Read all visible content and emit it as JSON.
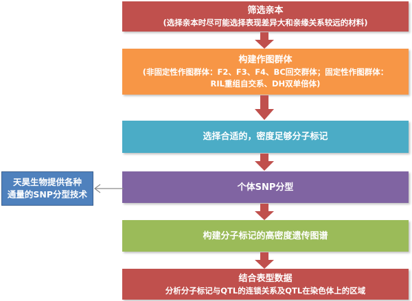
{
  "colors": {
    "step1": "#c0504d",
    "step2": "#f79646",
    "step3": "#4bacc6",
    "step4": "#8064a2",
    "step5": "#9bbb59",
    "step6": "#c0504d",
    "side_box": "#4f81bd",
    "arrow": "#c0504d",
    "connector": "#8a8a8a"
  },
  "steps": [
    {
      "title": "筛选亲本",
      "subtitle": "(选择亲本时尽可能选择表现差异大和亲缘关系较远的材料)"
    },
    {
      "title": "构建作图群体",
      "subtitle_line1": "(非固定性作图群体：F2、F3、F4、BC回交群体；固定性作图群体：",
      "subtitle_line2": "RIL重组自交系、DH双单倍体)"
    },
    {
      "title": "选择合适的，密度足够分子标记"
    },
    {
      "title": "个体SNP分型"
    },
    {
      "title": "构建分子标记的高密度遗传图谱"
    },
    {
      "title": "结合表型数据",
      "subtitle": "分析分子标记与QTL的连锁关系及QTL在染色体上的区域"
    }
  ],
  "side_note": {
    "line1": "天昊生物提供各种",
    "line2": "通量的SNP分型技术"
  }
}
